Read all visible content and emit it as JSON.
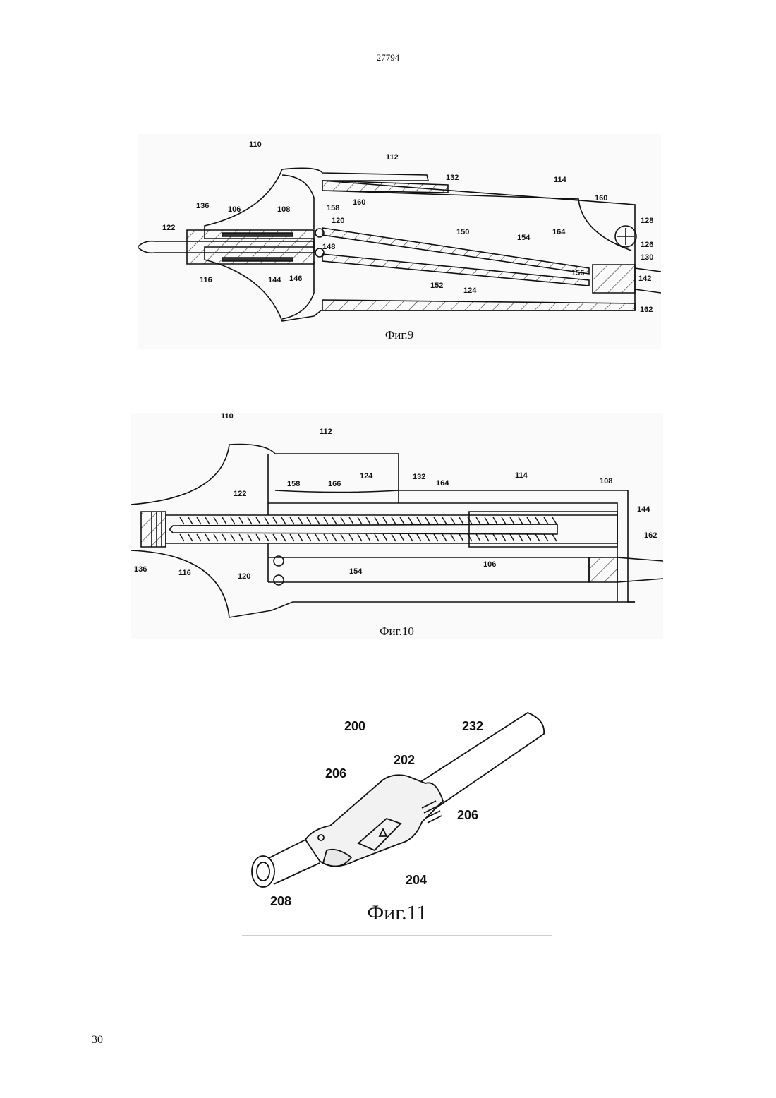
{
  "header": {
    "doc_number": "27794"
  },
  "footer": {
    "page_number": "30"
  },
  "figures": [
    {
      "caption": "Фиг.9",
      "labels": [
        "110",
        "112",
        "132",
        "114",
        "160",
        "160",
        "128",
        "126",
        "130",
        "142",
        "162",
        "164",
        "156",
        "154",
        "150",
        "124",
        "152",
        "158",
        "120",
        "148",
        "146",
        "144",
        "108",
        "106",
        "136",
        "122",
        "116"
      ]
    },
    {
      "caption": "Фиг.10",
      "labels": [
        "110",
        "112",
        "124",
        "158",
        "166",
        "132",
        "164",
        "114",
        "108",
        "144",
        "162",
        "122",
        "136",
        "116",
        "120",
        "154",
        "106"
      ]
    },
    {
      "caption": "Фиг.11",
      "labels": [
        "200",
        "232",
        "202",
        "206",
        "206",
        "204",
        "208"
      ]
    }
  ]
}
